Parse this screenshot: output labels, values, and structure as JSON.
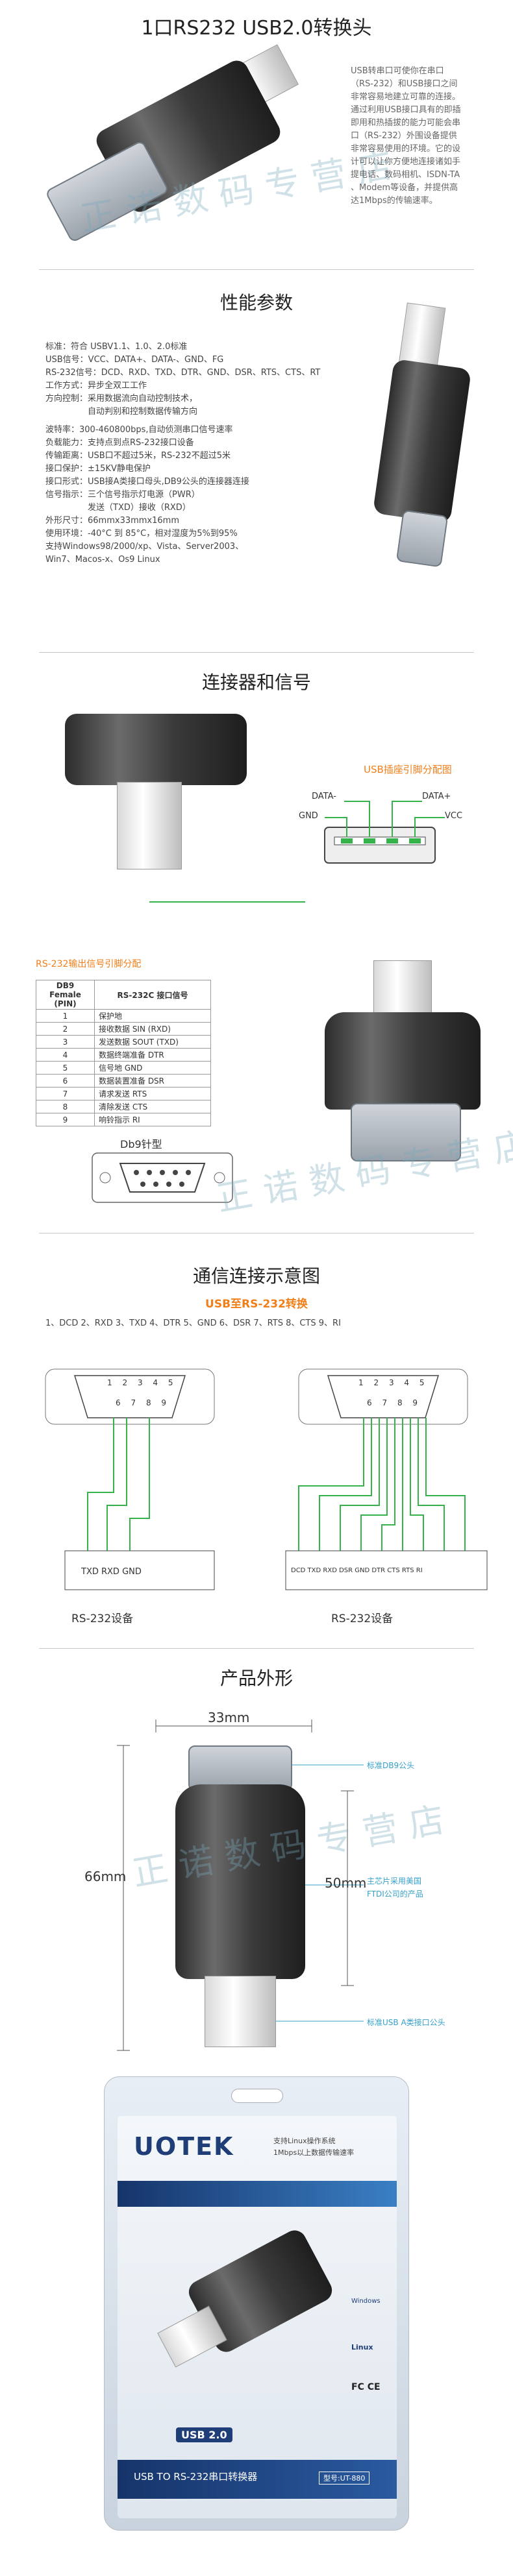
{
  "header": {
    "title": "1口RS232 USB2.0转换头"
  },
  "intro": {
    "lines": [
      "USB转串口可使你在串口",
      "（RS-232）和USB接口之间",
      "非常容易地建立可靠的连接。",
      "通过利用USB接口具有的即插",
      "即用和热插拔的能力可能会串",
      "口（RS-232）外围设备提供",
      "非常容易使用的环境。它的设",
      "计可以让你方便地连接诸如手",
      "提电话、数码相机、ISDN-TA",
      "、Modem等设备，并提供高",
      "达1Mbps的传输速率。"
    ]
  },
  "watermark": "正诺数码专营店",
  "performance": {
    "title": "性能参数",
    "lines": [
      "标准：符合 USBV1.1、1.0、2.0标准",
      "USB信号：VCC、DATA+、DATA-、GND、FG",
      "RS-232信号：DCD、RXD、TXD、DTR、GND、DSR、RTS、CTS、RT",
      "工作方式：异步全双工工作",
      "方向控制：采用数据流向自动控制技术，",
      "　　　　　自动判别和控制数据传输方向",
      "波特率：300-460800bps,自动侦测串口信号速率",
      "负载能力：支持点到点RS-232接口设备",
      "传输距离：USB口不超过5米，RS-232不超过5米",
      "接口保护：±15KV静电保护",
      "接口形式：USB接A类接口母头,DB9公头的连接器连接",
      "信号指示：三个信号指示灯电源（PWR）",
      "　　　　　发送（TXD）接收（RXD）",
      "外形尺寸：66mmx33mmx16mm",
      "使用环境：-40°C 到 85°C，相对湿度为5%到95%",
      "支持Windows98/2000/xp、Vista、Server2003、",
      "Win7、Macos-x、Os9 Linux"
    ]
  },
  "connectors": {
    "title": "连接器和信号",
    "usb_title": "USB插座引脚分配图",
    "usb_labels": {
      "data_minus": "DATA-",
      "data_plus": "DATA+",
      "gnd": "GND",
      "vcc": "VCC"
    },
    "rs_title": "RS-232输出信号引脚分配",
    "table_head": [
      "DB9 Female (PIN)",
      "RS-232C 接口信号"
    ],
    "table_rows": [
      [
        "1",
        "保护地"
      ],
      [
        "2",
        "接收数据 SIN (RXD)"
      ],
      [
        "3",
        "发送数据 SOUT (TXD)"
      ],
      [
        "4",
        "数据终端准备 DTR"
      ],
      [
        "5",
        "信号地 GND"
      ],
      [
        "6",
        "数据装置准备 DSR"
      ],
      [
        "7",
        "请求发送 RTS"
      ],
      [
        "8",
        "清除发送 CTS"
      ],
      [
        "9",
        "响铃指示 RI"
      ]
    ],
    "db9_label": "Db9针型"
  },
  "comm": {
    "title": "通信连接示意图",
    "subtitle": "USB至RS-232转换",
    "pins_line": "1、DCD 2、RXD 3、TXD 4、DTR 5、GND 6、DSR 7、RTS 8、CTS 9、RI",
    "left_box_text": "TXD RXD GND",
    "right_box_text": "DCD TXD RXD DSR GND DTR CTS RTS  RI",
    "left_device": "RS-232设备",
    "right_device": "RS-232设备",
    "top_pins": [
      "1",
      "2",
      "3",
      "4",
      "5"
    ],
    "bottom_pins": [
      "6",
      "7",
      "8",
      "9"
    ]
  },
  "appearance": {
    "title": "产品外形",
    "width": "33mm",
    "height": "66mm",
    "inner": "50mm",
    "note_db9": "标准DB9公头",
    "note_chip1": "主芯片采用美国",
    "note_chip2": "FTDI公司的产品",
    "note_usb": "标准USB A类接口公头"
  },
  "package": {
    "brand": "UOTEK",
    "bullet1": "支持Linux操作系统",
    "bullet2": "1Mbps以上数据传输速率",
    "usb_badge": "USB 2.0",
    "caption": "USB TO RS-232串口转换器",
    "model": "型号:UT-880",
    "os1": "Windows",
    "os2": "Linux",
    "cert": "FC CE"
  },
  "colors": {
    "accent": "#f07f1a",
    "green": "#35b34a",
    "blue": "#3a7fc4"
  }
}
